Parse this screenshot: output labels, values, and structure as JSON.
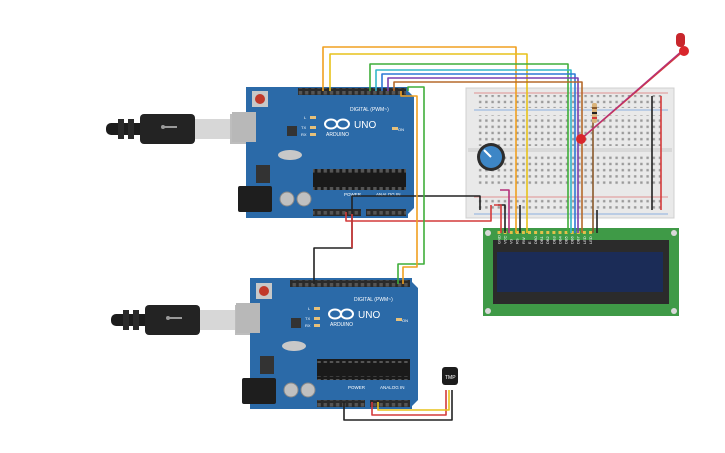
{
  "board_top": {
    "brand": "ARDUINO",
    "model": "UNO",
    "digital_header": "DIGITAL (PWM~)",
    "power_header": "POWER",
    "analog_header": "ANALOG IN",
    "tx": "TX",
    "rx": "RX",
    "l": "L",
    "on": "ON"
  },
  "board_bottom": {
    "brand": "ARDUINO",
    "model": "UNO",
    "digital_header": "DIGITAL (PWM~)",
    "power_header": "POWER",
    "analog_header": "ANALOG IN",
    "tx": "TX",
    "rx": "RX",
    "l": "L",
    "on": "ON"
  },
  "sensor": {
    "label": "TMP"
  },
  "lcd": {
    "pins": [
      "GND",
      "VCC",
      "V0",
      "RS",
      "RW",
      "E",
      "DB0",
      "DB1",
      "DB2",
      "DB3",
      "DB4",
      "DB5",
      "DB6",
      "DB7",
      "LED",
      "LED"
    ]
  },
  "colors": {
    "board": "#2b6aa8",
    "breadboard": "#e9e9e9",
    "lcd_pcb": "#3f9a47",
    "lcd_screen": "#1b2c57",
    "wire_orange": "#f0a020",
    "wire_yellow": "#e7c21b",
    "wire_green": "#3fae3a",
    "wire_blue": "#2f79d6",
    "wire_purple": "#7a3fb0",
    "wire_cyan": "#33b7c9",
    "wire_red": "#d43a3a",
    "wire_black": "#222222",
    "wire_magenta": "#b5307a",
    "wire_brown": "#8a5a2b",
    "led": "#d9262c"
  }
}
